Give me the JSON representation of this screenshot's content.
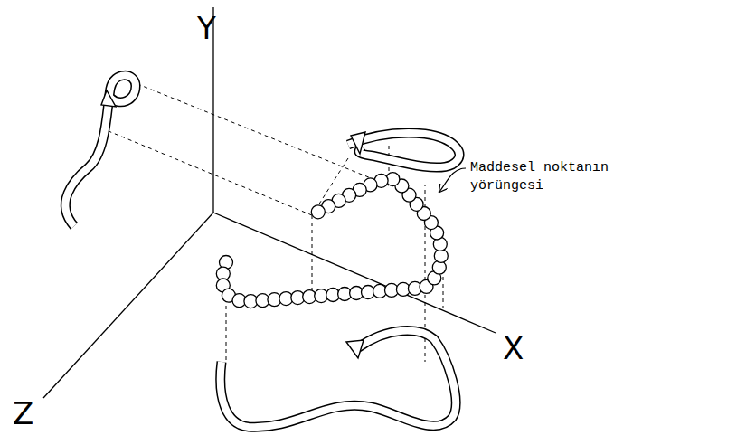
{
  "diagram": {
    "labels": [
      "Y",
      "X",
      "Z",
      "Maddesel noktanın yörüngesi"
    ]
  }
}
